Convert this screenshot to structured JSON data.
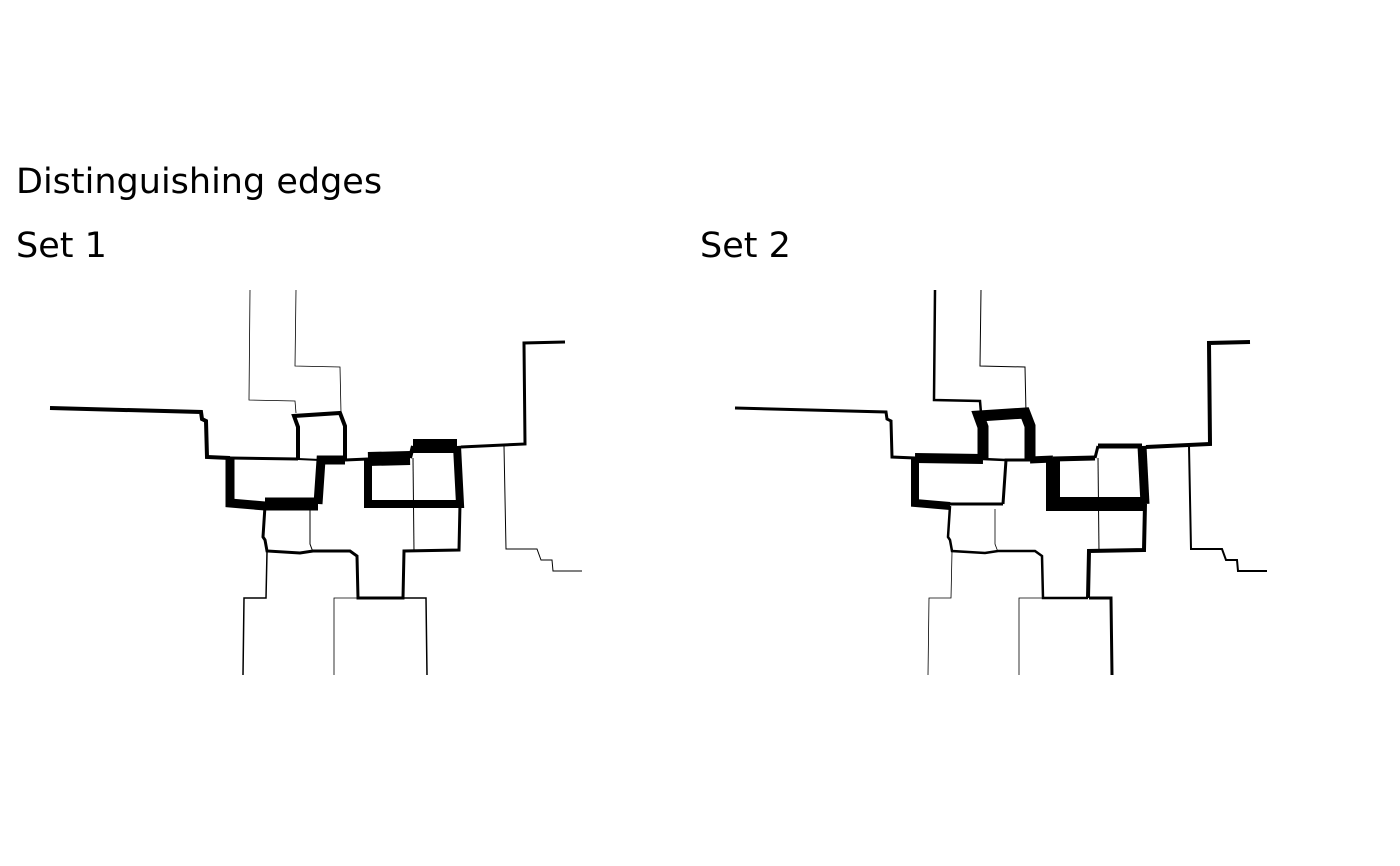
{
  "title": "Distinguishing edges",
  "panels": [
    {
      "label": "Set 1"
    },
    {
      "label": "Set 2"
    }
  ],
  "stroke_color": "#000000"
}
